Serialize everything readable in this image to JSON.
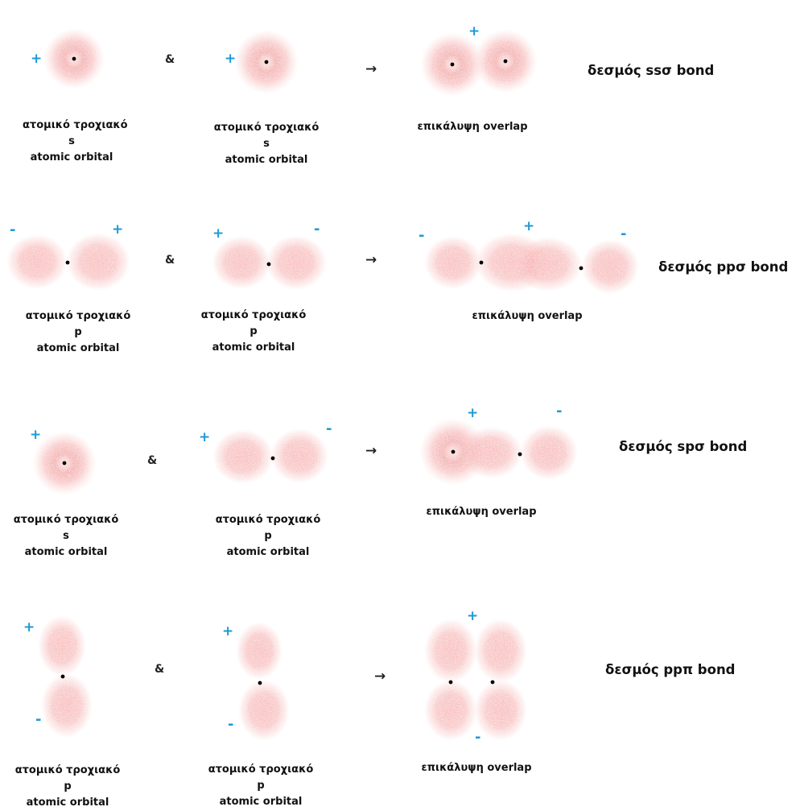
{
  "labels": {
    "atomic_gr": "ατομικό τροχιακό",
    "atomic_en": "atomic orbital",
    "s": "s",
    "p": "p",
    "overlap": "επικάλυψη overlap",
    "amp": "&",
    "arrow": "→",
    "plus": "+",
    "minus": "-"
  },
  "rows": [
    {
      "title": "δεσμός ssσ bond"
    },
    {
      "title": "δεσμός ppσ bond"
    },
    {
      "title": "δεσμός spσ bond"
    },
    {
      "title": "δεσμός ppπ bond"
    }
  ],
  "colors": {
    "cloud": "#e81515",
    "sign": "#1e9ad6",
    "nucleus": "#000000"
  }
}
